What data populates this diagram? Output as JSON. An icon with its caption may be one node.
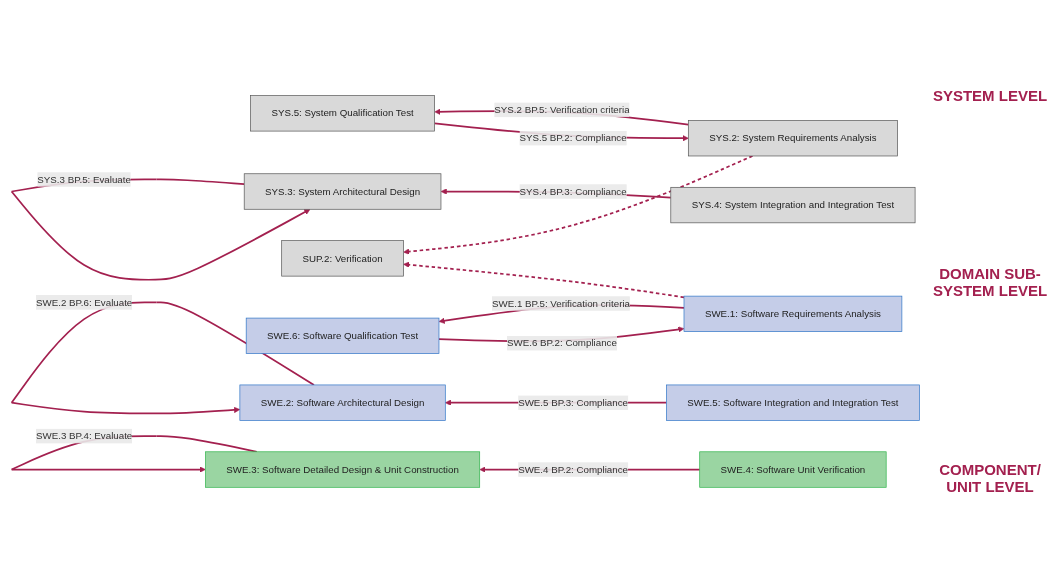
{
  "diagram": {
    "nodes": [
      {
        "text": [
          "SYS.2: System Requirements Analysis"
        ]
      },
      {
        "text": [
          "SYS.5: System Qualification Test"
        ]
      },
      {
        "text": [
          "SYS.3: System Architectural Design"
        ]
      },
      {
        "text": [
          "SYS.4: System Integration and Integration Test"
        ]
      },
      {
        "text": [
          "SUP.2: Verification"
        ]
      },
      {
        "text": [
          "SWE.1: Software Requirements Analysis"
        ]
      },
      {
        "text": [
          "SWE.6: Software Qualification Test"
        ]
      },
      {
        "text": [
          "SWE.2: Software Architectural Design"
        ]
      },
      {
        "text": [
          "SWE.5: Software Integration and Integration Test"
        ]
      },
      {
        "text": [
          "SWE.3: Software Detailed Design & Unit Construction"
        ]
      },
      {
        "text": [
          "SWE.4: Software Unit Verification"
        ]
      }
    ],
    "edges": [
      {
        "from": 0,
        "to": 1,
        "arrow": "to",
        "label": "SYS.2 BP.5: Verification criteria"
      },
      {
        "from": 1,
        "to": 0,
        "arrow": "to",
        "label": "SYS.5 BP.2: Compliance"
      },
      {
        "from": 0,
        "to": 4,
        "arrow": "to",
        "style": "dashed"
      },
      {
        "from": 3,
        "to": 2,
        "arrow": "to",
        "label": "SYS.4 BP.3: Compliance"
      },
      {
        "from": 2,
        "to": 2,
        "arrow": "to",
        "label": "SYS.3 BP.5: Evaluate"
      },
      {
        "from": 5,
        "to": 6,
        "arrow": "to",
        "label": "SWE.1 BP.5: Verification criteria"
      },
      {
        "from": 6,
        "to": 5,
        "arrow": "to",
        "label": "SWE.6 BP.2: Compliance"
      },
      {
        "from": 5,
        "to": 4,
        "arrow": "to",
        "style": "dashed"
      },
      {
        "from": 8,
        "to": 7,
        "arrow": "to",
        "label": "SWE.5 BP.3: Compliance"
      },
      {
        "from": 7,
        "to": 7,
        "arrow": "to",
        "label": "SWE.2 BP.6: Evaluate"
      },
      {
        "from": 10,
        "to": 9,
        "arrow": "to",
        "label": "SWE.4 BP.2: Compliance"
      },
      {
        "from": 9,
        "to": 9,
        "arrow": "to",
        "label": "SWE.3 BP.4: Evaluate"
      }
    ],
    "labels": [
      "SYSTEM LEVEL",
      "DOMAIN SUB-SYSTEM LEVEL",
      "COMPONENT/ UNIT LEVEL"
    ]
  }
}
